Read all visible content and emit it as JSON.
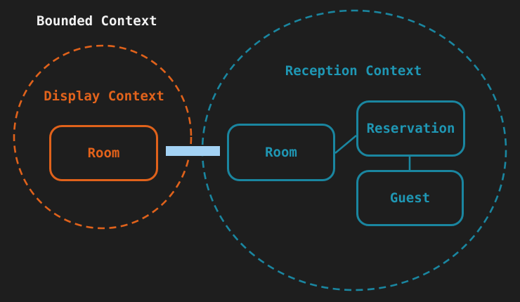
{
  "title": "Bounded Context",
  "colors": {
    "background": "#1e1e1e",
    "orange": "#e0621b",
    "teal": "#1a86a0",
    "teal_text": "#1f97b4",
    "light_blue": "#a3d2f4",
    "title_text": "#f2f2f2"
  },
  "display_context": {
    "label": "Display Context",
    "room_label": "Room"
  },
  "reception_context": {
    "label": "Reception Context",
    "room_label": "Room",
    "reservation_label": "Reservation",
    "guest_label": "Guest"
  }
}
